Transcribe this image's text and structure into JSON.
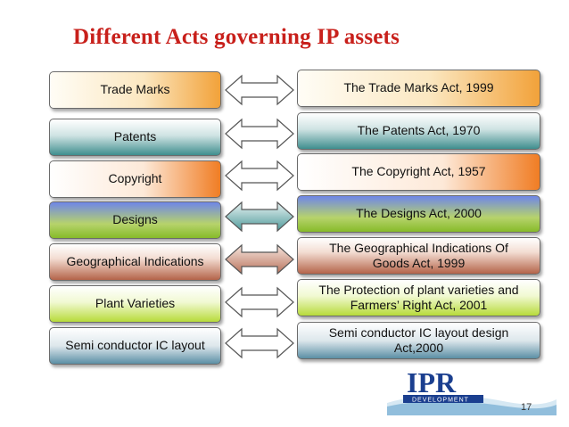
{
  "slide": {
    "title": "Different Acts governing IP assets",
    "page_number": "17"
  },
  "rows": [
    {
      "asset": "Trade Marks",
      "act": "The Trade Marks Act, 1999"
    },
    {
      "asset": "Patents",
      "act": "The Patents Act, 1970"
    },
    {
      "asset": "Copyright",
      "act": "The Copyright Act, 1957"
    },
    {
      "asset": "Designs",
      "act": "The Designs Act, 2000"
    },
    {
      "asset": "Geographical Indications",
      "act": "The Geographical Indications Of Goods Act, 1999"
    },
    {
      "asset": "Plant Varieties",
      "act": "The Protection of plant varieties and Farmers’ Right Act, 2001"
    },
    {
      "asset": "Semi conductor IC layout",
      "act": "Semi conductor IC layout design Act,2000"
    }
  ],
  "logo": {
    "text": "IPR",
    "subtext": "DEVELOPMENT"
  },
  "colors": {
    "title": "#c8201b",
    "arrow_default": "#ffffff",
    "arrow_teal": "#5fa3a3",
    "arrow_brown": "#c98f7c",
    "logo_blue": "#1b3f8f"
  }
}
